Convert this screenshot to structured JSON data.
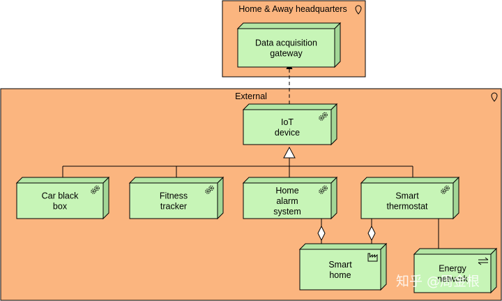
{
  "colors": {
    "location_fill": "#fbb57f",
    "node_fill": "#c7f5b7",
    "node_side": "#a3d797",
    "node_top": "#b3e6a5",
    "stroke": "#000000"
  },
  "locations": {
    "headquarters": {
      "label": "Home & Away headquarters",
      "icon": "location-pin-icon"
    },
    "external": {
      "label": "External",
      "icon": "location-pin-icon"
    }
  },
  "nodes": {
    "gateway": {
      "lines": [
        "Data acquisition",
        "gateway"
      ],
      "icon": ""
    },
    "iot": {
      "lines": [
        "IoT",
        "device"
      ],
      "icon": "gears-icon"
    },
    "car": {
      "lines": [
        "Car black",
        "box"
      ],
      "icon": "gears-icon"
    },
    "fitness": {
      "lines": [
        "Fitness",
        "tracker"
      ],
      "icon": "gears-icon"
    },
    "alarm": {
      "lines": [
        "Home",
        "alarm",
        "system"
      ],
      "icon": "gears-icon"
    },
    "thermostat": {
      "lines": [
        "Smart",
        "thermostat"
      ],
      "icon": "gears-icon"
    },
    "smarthome": {
      "lines": [
        "Smart",
        "home"
      ],
      "icon": "factory-icon"
    },
    "energy": {
      "lines": [
        "Energy",
        "network"
      ],
      "icon": "double-arrow-icon"
    }
  },
  "watermark": "知乎 @周金根"
}
